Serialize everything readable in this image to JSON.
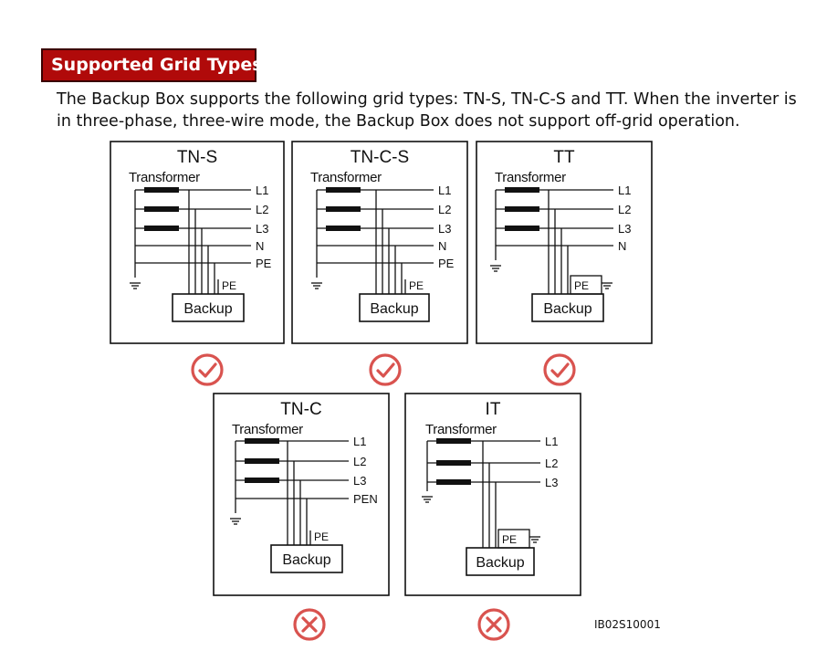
{
  "section_title": "Supported Grid Types",
  "intro_text": "The Backup Box supports the following grid types: TN-S, TN-C-S and TT. When the inverter is in three-phase, three-wire mode, the Backup Box does not support off-grid operation.",
  "common_labels": {
    "transformer": "Transformer",
    "backup": "Backup",
    "pe": "PE"
  },
  "diagrams": [
    {
      "name": "TN-S",
      "lines": [
        "L1",
        "L2",
        "L3",
        "N",
        "PE"
      ],
      "supported": true
    },
    {
      "name": "TN-C-S",
      "lines": [
        "L1",
        "L2",
        "L3",
        "N",
        "PE"
      ],
      "supported": true
    },
    {
      "name": "TT",
      "lines": [
        "L1",
        "L2",
        "L3",
        "N"
      ],
      "supported": true
    },
    {
      "name": "TN-C",
      "lines": [
        "L1",
        "L2",
        "L3",
        "PEN"
      ],
      "supported": false
    },
    {
      "name": "IT",
      "lines": [
        "L1",
        "L2",
        "L3"
      ],
      "supported": false
    }
  ],
  "icons": {
    "supported": "check-circle-icon",
    "unsupported": "cross-circle-icon"
  },
  "colors": {
    "heading_bg": "#b00a0a",
    "icon_red": "#d9534f"
  },
  "figure_code": "IB02S10001"
}
